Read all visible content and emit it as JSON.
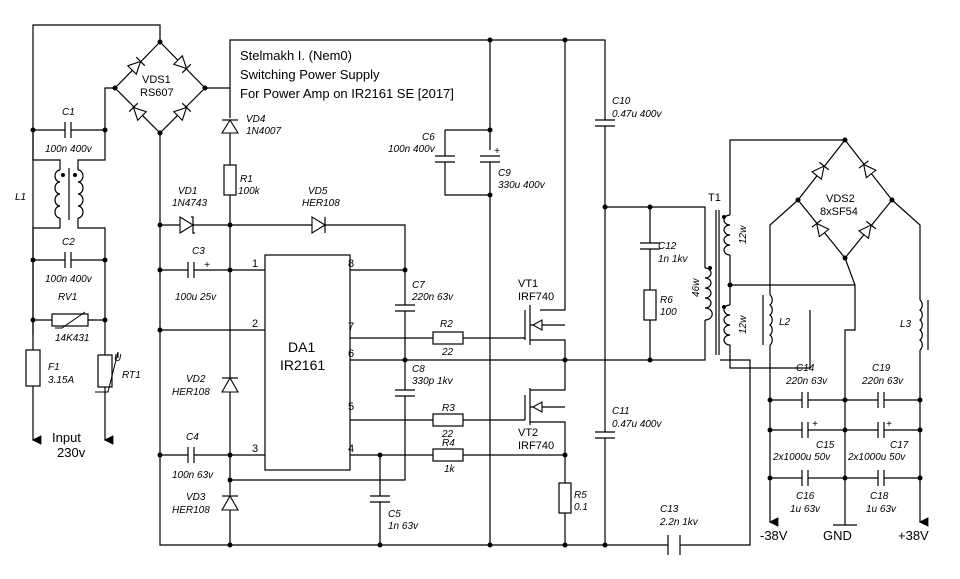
{
  "title": {
    "author": "Stelmakh I. (Nem0)",
    "line2": "Switching Power Supply",
    "line3": "For Power Amp on IR2161 SE [2017]"
  },
  "components": {
    "vds1": {
      "ref": "VDS1",
      "value": "RS607"
    },
    "vds2": {
      "ref": "VDS2",
      "value": "8xSF54"
    },
    "c1": {
      "ref": "C1",
      "value": "100n 400v"
    },
    "c2": {
      "ref": "C2",
      "value": "100n 400v"
    },
    "c3": {
      "ref": "C3",
      "value": "100u 25v"
    },
    "c4": {
      "ref": "C4",
      "value": "100n 63v"
    },
    "c5": {
      "ref": "C5",
      "value": "1n 63v"
    },
    "c6": {
      "ref": "C6",
      "value": "100n 400v"
    },
    "c7": {
      "ref": "C7",
      "value": "220n 63v"
    },
    "c8": {
      "ref": "C8",
      "value": "330p 1kv"
    },
    "c9": {
      "ref": "C9",
      "value": "330u 400v"
    },
    "c10": {
      "ref": "C10",
      "value": "0.47u 400v"
    },
    "c11": {
      "ref": "C11",
      "value": "0.47u 400v"
    },
    "c12": {
      "ref": "C12",
      "value": "1n 1kv"
    },
    "c13": {
      "ref": "C13",
      "value": "2.2n 1kv"
    },
    "c14": {
      "ref": "C14",
      "value": "220n 63v"
    },
    "c15": {
      "ref": "C15",
      "value": "2x1000u 50v"
    },
    "c16": {
      "ref": "C16",
      "value": "1u 63v"
    },
    "c17": {
      "ref": "C17",
      "value": "2x1000u 50v"
    },
    "c18": {
      "ref": "C18",
      "value": "1u 63v"
    },
    "c19": {
      "ref": "C19",
      "value": "220n 63v"
    },
    "l1": {
      "ref": "L1"
    },
    "l2": {
      "ref": "L2"
    },
    "l3": {
      "ref": "L3"
    },
    "rv1": {
      "ref": "RV1",
      "value": "14K431"
    },
    "f1": {
      "ref": "F1",
      "value": "3.15A"
    },
    "rt1": {
      "ref": "RT1"
    },
    "vd1": {
      "ref": "VD1",
      "value": "1N4743"
    },
    "vd2": {
      "ref": "VD2",
      "value": "HER108"
    },
    "vd3": {
      "ref": "VD3",
      "value": "HER108"
    },
    "vd4": {
      "ref": "VD4",
      "value": "1N4007"
    },
    "vd5": {
      "ref": "VD5",
      "value": "HER108"
    },
    "r1": {
      "ref": "R1",
      "value": "100k"
    },
    "r2": {
      "ref": "R2",
      "value": "22"
    },
    "r3": {
      "ref": "R3",
      "value": "22"
    },
    "r4": {
      "ref": "R4",
      "value": "1k"
    },
    "r5": {
      "ref": "R5",
      "value": "0.1"
    },
    "r6": {
      "ref": "R6",
      "value": "100"
    },
    "vt1": {
      "ref": "VT1",
      "value": "IRF740"
    },
    "vt2": {
      "ref": "VT2",
      "value": "IRF740"
    },
    "da1": {
      "ref": "DA1",
      "value": "IR2161",
      "pins": [
        "1",
        "2",
        "3",
        "4",
        "5",
        "6",
        "7",
        "8"
      ]
    },
    "t1": {
      "ref": "T1",
      "w1": "12w",
      "w2": "46w",
      "w3": "12w"
    }
  },
  "input": {
    "label": "Input",
    "voltage": "230v"
  },
  "outputs": {
    "neg": "-38V",
    "gnd": "GND",
    "pos": "+38V"
  },
  "misc": {
    "u_mark": "U",
    "plus": "+",
    "t_mark": "t"
  }
}
